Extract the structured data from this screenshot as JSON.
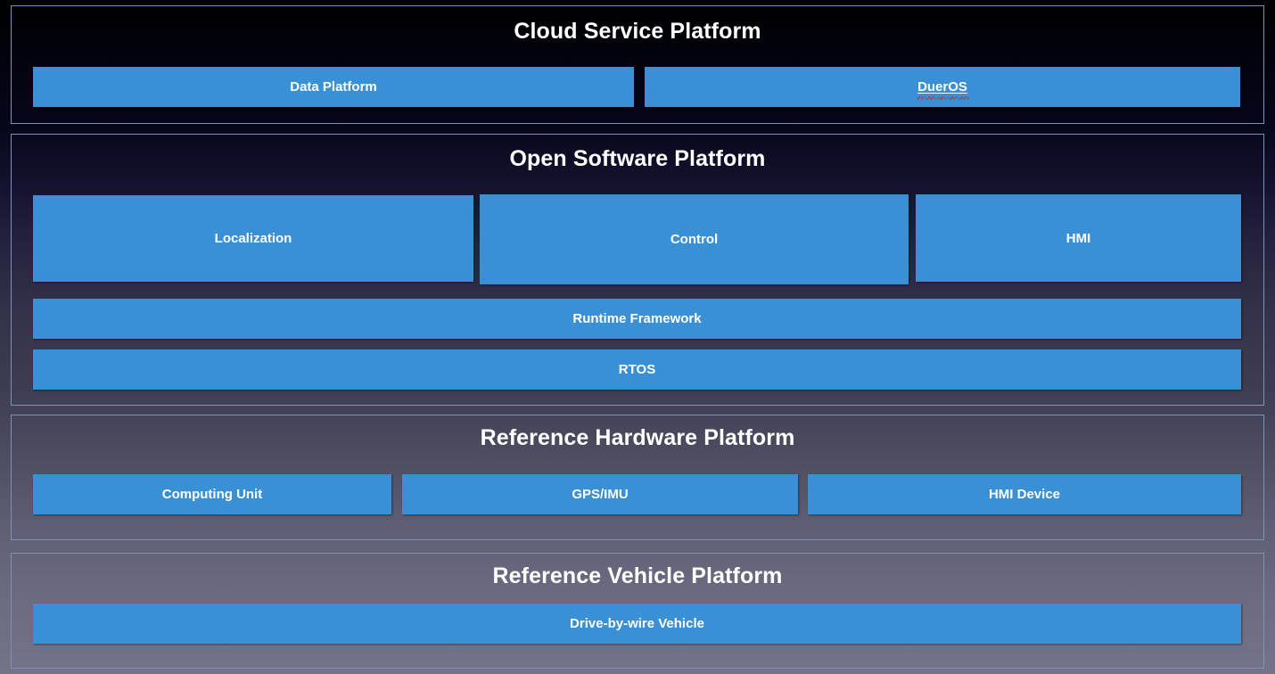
{
  "diagram": {
    "layers": [
      {
        "id": "cloud",
        "title": "Cloud Service Platform",
        "blocks": [
          {
            "label": "Data Platform",
            "misspelled": false
          },
          {
            "label": "DuerOS",
            "misspelled": true
          }
        ]
      },
      {
        "id": "software",
        "title": "Open Software Platform",
        "blocks": [
          {
            "label": "Localization",
            "misspelled": false
          },
          {
            "label": "Control",
            "misspelled": false
          },
          {
            "label": "HMI",
            "misspelled": false
          },
          {
            "label": "Runtime Framework",
            "misspelled": false
          },
          {
            "label": "RTOS",
            "misspelled": false
          }
        ]
      },
      {
        "id": "hardware",
        "title": "Reference Hardware Platform",
        "blocks": [
          {
            "label": "Computing Unit",
            "misspelled": false
          },
          {
            "label": "GPS/IMU",
            "misspelled": false
          },
          {
            "label": "HMI Device",
            "misspelled": false
          }
        ]
      },
      {
        "id": "vehicle",
        "title": "Reference Vehicle Platform",
        "blocks": [
          {
            "label": "Drive-by-wire Vehicle",
            "misspelled": false
          }
        ]
      }
    ]
  },
  "colors": {
    "block_blue": "#3a90d4",
    "panel_border": "#8190b8",
    "text_white": "#ffffff",
    "spellcheck_red": "#e01b1b",
    "background_top": "#000000",
    "background_bottom": "#73738a"
  }
}
